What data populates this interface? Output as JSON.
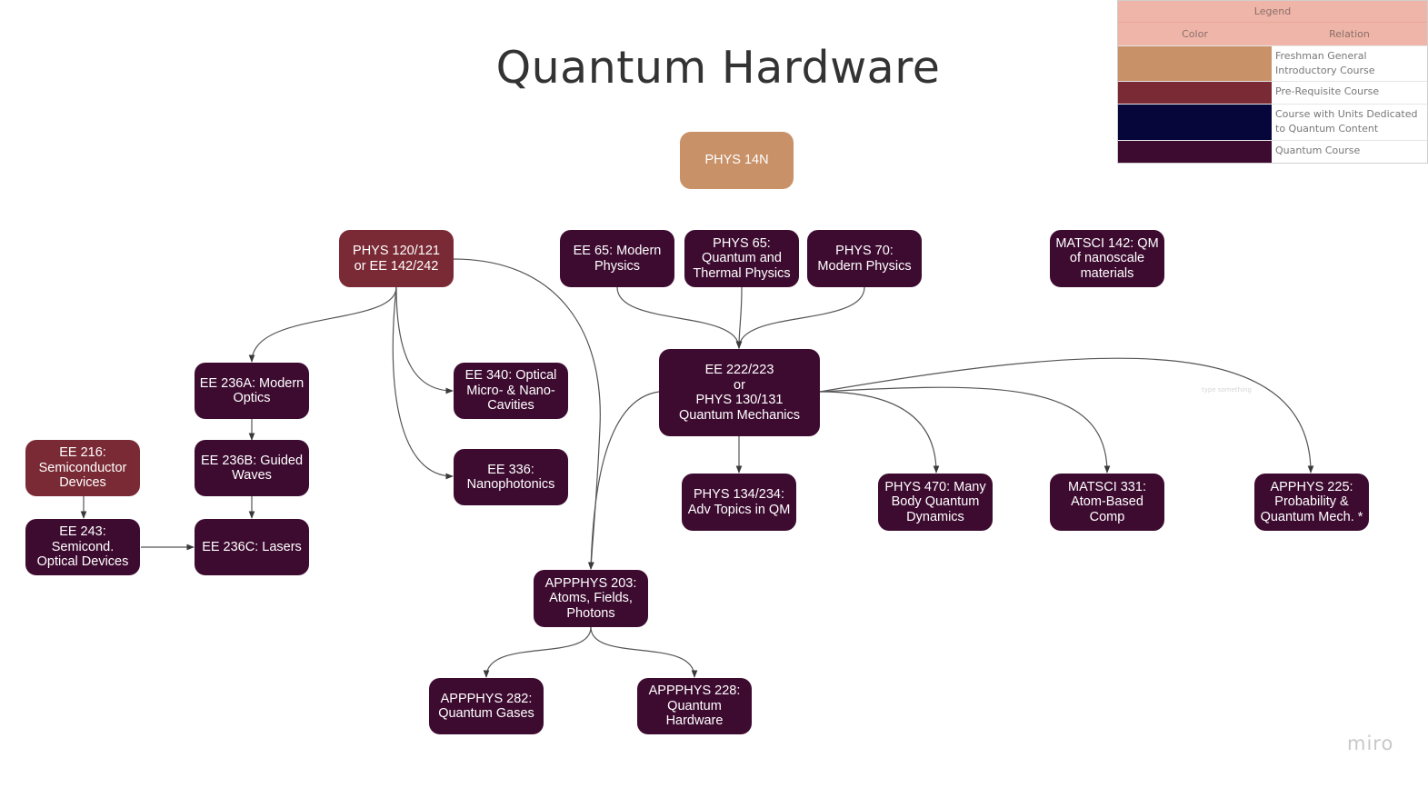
{
  "title": "Quantum Hardware",
  "colors": {
    "freshman": "#c99168",
    "prereq": "#7a2a35",
    "units": "#06063a",
    "quantum": "#3d0b30",
    "legend_header": "#efb5a8"
  },
  "legend": {
    "title": "Legend",
    "col_color": "Color",
    "col_relation": "Relation",
    "rows": [
      {
        "relation": "Freshman General Introductory Course",
        "color": "#c99168"
      },
      {
        "relation": "Pre-Requisite Course",
        "color": "#7a2a35"
      },
      {
        "relation": "Course with Units Dedicated to Quantum Content",
        "color": "#06063a"
      },
      {
        "relation": "Quantum Course",
        "color": "#3d0b30"
      }
    ]
  },
  "nodes": {
    "phys14n": "PHYS 14N",
    "phys120": "PHYS 120/121\nor EE 142/242",
    "ee65": "EE 65: Modern\nPhysics",
    "phys65": "PHYS 65:\nQuantum and\nThermal Physics",
    "phys70": "PHYS 70:\nModern Physics",
    "matsci142": "MATSCI 142: QM\nof nanoscale\nmaterials",
    "ee236a": "EE 236A: Modern\nOptics",
    "ee340": "EE 340: Optical\nMicro- & Nano-\nCavities",
    "ee222": "EE 222/223\nor\nPHYS 130/131\nQuantum Mechanics",
    "ee216": "EE 216:\nSemiconductor\nDevices",
    "ee236b": "EE 236B: Guided\nWaves",
    "ee336": "EE 336:\nNanophotonics",
    "phys134": "PHYS 134/234:\nAdv Topics in QM",
    "phys470": "PHYS 470: Many\nBody Quantum\nDynamics",
    "matsci331": "MATSCI 331:\nAtom-Based\nComp",
    "apphys225": "APPHYS 225:\nProbability &\nQuantum Mech. *",
    "ee243": "EE 243:\nSemicond.\nOptical Devices",
    "ee236c": "EE 236C: Lasers",
    "apphys203": "APPPHYS 203:\nAtoms, Fields,\nPhotons",
    "apphys282": "APPPHYS 282:\nQuantum Gases",
    "apphys228": "APPPHYS 228:\nQuantum\nHardware"
  },
  "faint_note": "type something",
  "watermark": "miro"
}
